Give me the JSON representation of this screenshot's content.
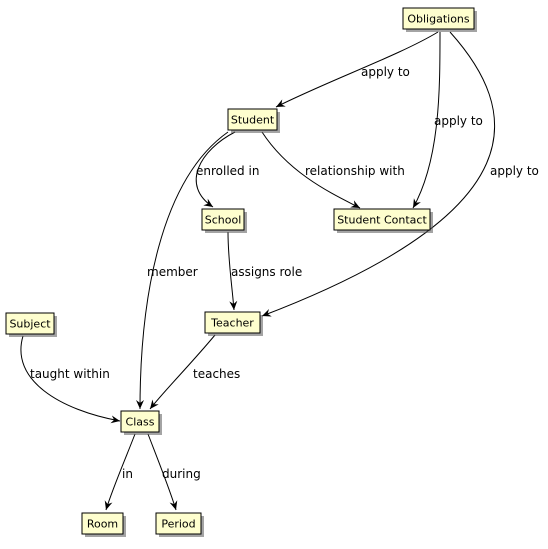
{
  "diagram": {
    "nodes": {
      "obligations": "Obligations",
      "student": "Student",
      "school": "School",
      "student_contact": "Student Contact",
      "subject": "Subject",
      "teacher": "Teacher",
      "class": "Class",
      "room": "Room",
      "period": "Period"
    },
    "edges": {
      "obligations_student": "apply to",
      "obligations_contact": "apply to",
      "obligations_teacher": "apply to",
      "student_school": "enrolled in",
      "student_contact": "relationship with",
      "student_class": "member",
      "school_teacher": "assigns role",
      "subject_class": "taught within",
      "teacher_class": "teaches",
      "class_room": "in",
      "class_period": "during"
    }
  }
}
